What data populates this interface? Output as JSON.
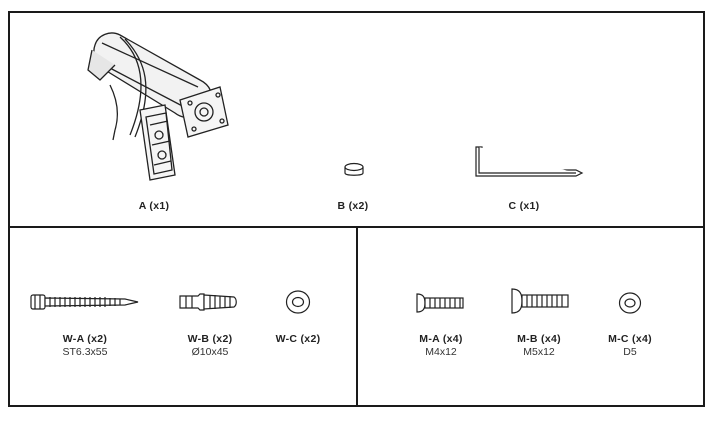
{
  "sheet": {
    "title": "",
    "parts": {
      "A": {
        "name": "A (x1)",
        "icon": "monitor-arm-icon"
      },
      "B": {
        "name": "B (x2)",
        "icon": "cap-icon"
      },
      "C": {
        "name": "C (x1)",
        "icon": "allen-key-icon"
      },
      "WA": {
        "name": "W-A (x2)",
        "spec": "ST6.3x55",
        "icon": "wood-screw-icon"
      },
      "WB": {
        "name": "W-B (x2)",
        "spec": "Ø10x45",
        "icon": "wall-plug-icon"
      },
      "WC": {
        "name": "W-C (x2)",
        "icon": "washer-icon"
      },
      "MA": {
        "name": "M-A (x4)",
        "spec": "M4x12",
        "icon": "machine-screw-icon"
      },
      "MB": {
        "name": "M-B (x4)",
        "spec": "M5x12",
        "icon": "machine-screw-icon"
      },
      "MC": {
        "name": "M-C (x4)",
        "spec": "D5",
        "icon": "washer-icon"
      }
    }
  }
}
